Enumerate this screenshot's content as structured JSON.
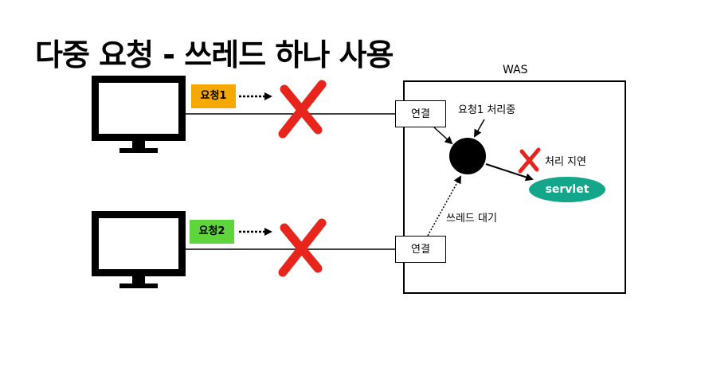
{
  "title": "다중 요청 - 쓰레드 하나 사용",
  "was_label": "WAS",
  "requests": [
    {
      "label": "요청1",
      "color": "#f5a800"
    },
    {
      "label": "요청2",
      "color": "#5ed53a"
    }
  ],
  "connection_label": "연결",
  "thread_status": "요청1 처리중",
  "delay_label": "처리 지연",
  "wait_label": "쓰레드 대기",
  "servlet_label": "servlet",
  "colors": {
    "cross": "#e8251c",
    "servlet": "#14a68a"
  },
  "icons": [
    "monitor-icon",
    "cross-icon",
    "arrow-icon",
    "thread-circle-icon"
  ]
}
